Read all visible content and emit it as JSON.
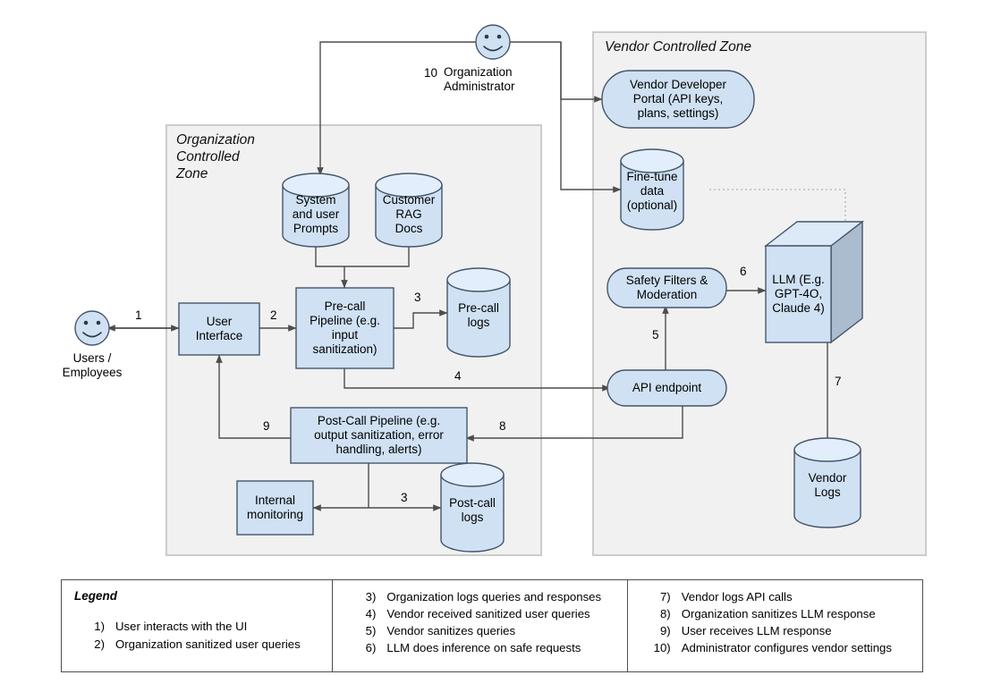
{
  "diagram": {
    "zones": [
      {
        "id": "org",
        "title": "Organization\nControlled\nZone"
      },
      {
        "id": "vendor",
        "title": "Vendor Controlled Zone"
      }
    ],
    "actors": [
      {
        "id": "users",
        "label": "Users /\nEmployees",
        "icon": "smiley-face-icon"
      },
      {
        "id": "admin",
        "label": "Organization\nAdministrator",
        "icon": "smiley-face-icon"
      }
    ],
    "nodes": [
      {
        "id": "user-interface",
        "label": "User\nInterface",
        "shape": "rect"
      },
      {
        "id": "pre-call-pipeline",
        "label": "Pre-call\nPipeline (e.g.\ninput\nsanitization)",
        "shape": "rect"
      },
      {
        "id": "post-call-pipeline",
        "label": "Post-Call Pipeline (e.g.\noutput sanitization, error\nhandling, alerts)",
        "shape": "rect"
      },
      {
        "id": "internal-monitoring",
        "label": "Internal\nmonitoring",
        "shape": "rect"
      },
      {
        "id": "system-user-prompts",
        "label": "System\nand user\nPrompts",
        "shape": "cylinder"
      },
      {
        "id": "customer-rag-docs",
        "label": "Customer\nRAG\nDocs",
        "shape": "cylinder"
      },
      {
        "id": "pre-call-logs",
        "label": "Pre-call\nlogs",
        "shape": "cylinder"
      },
      {
        "id": "post-call-logs",
        "label": "Post-call\nlogs",
        "shape": "cylinder"
      },
      {
        "id": "vendor-developer-portal",
        "label": "Vendor Developer\nPortal (API keys,\nplans, settings)",
        "shape": "rounded"
      },
      {
        "id": "fine-tune-data",
        "label": "Fine-tune\ndata\n(optional)",
        "shape": "cylinder"
      },
      {
        "id": "safety-filters",
        "label": "Safety Filters &\nModeration",
        "shape": "rounded"
      },
      {
        "id": "api-endpoint",
        "label": "API endpoint",
        "shape": "rounded"
      },
      {
        "id": "llm",
        "label": "LLM (E.g.\nGPT-4O,\nClaude 4)",
        "shape": "cube"
      },
      {
        "id": "vendor-logs",
        "label": "Vendor\nLogs",
        "shape": "cylinder"
      }
    ],
    "edge_labels": [
      {
        "id": "e1",
        "text": "1"
      },
      {
        "id": "e2",
        "text": "2"
      },
      {
        "id": "e3a",
        "text": "3"
      },
      {
        "id": "e3b",
        "text": "3"
      },
      {
        "id": "e4",
        "text": "4"
      },
      {
        "id": "e5",
        "text": "5"
      },
      {
        "id": "e6",
        "text": "6"
      },
      {
        "id": "e7",
        "text": "7"
      },
      {
        "id": "e8",
        "text": "8"
      },
      {
        "id": "e9",
        "text": "9"
      },
      {
        "id": "e10",
        "text": "10"
      }
    ],
    "colors": {
      "node_fill": "#cfe1f3",
      "node_stroke": "#45566b",
      "cylinder_top_fill": "#e2eefb",
      "cube_top_fill": "#dceaf7",
      "cube_side_fill": "#aabccd",
      "zone_fill": "#f1f1f1",
      "zone_stroke": "#cccccc",
      "edge_stroke": "#4d4d4d",
      "legend_border": "#4d4d4d"
    }
  },
  "legend": {
    "title": "Legend",
    "columns": [
      {
        "id": "col-1",
        "items": [
          {
            "num": "1)",
            "text": "User interacts with the UI"
          },
          {
            "num": "2)",
            "text": "Organization sanitized user queries"
          }
        ]
      },
      {
        "id": "col-2",
        "items": [
          {
            "num": "3)",
            "text": "Organization logs queries and responses"
          },
          {
            "num": "4)",
            "text": "Vendor received sanitized user queries"
          },
          {
            "num": "5)",
            "text": "Vendor sanitizes queries"
          },
          {
            "num": "6)",
            "text": "LLM does inference on safe requests"
          }
        ]
      },
      {
        "id": "col-3",
        "items": [
          {
            "num": "7)",
            "text": "Vendor logs API calls"
          },
          {
            "num": "8)",
            "text": "Organization sanitizes LLM response"
          },
          {
            "num": "9)",
            "text": "User receives LLM response"
          },
          {
            "num": "10)",
            "text": "Administrator configures vendor settings"
          }
        ]
      }
    ]
  }
}
